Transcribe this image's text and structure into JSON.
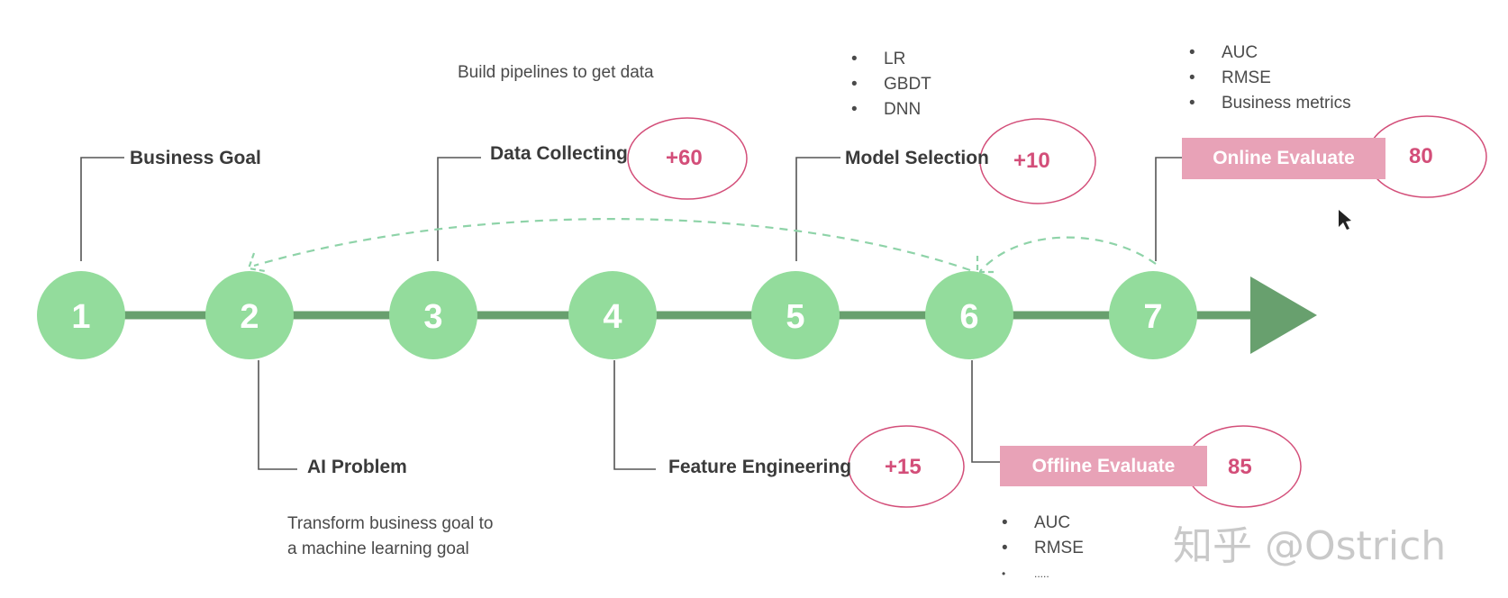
{
  "colors": {
    "timeline": "#68a06e",
    "node": "#93dc9c",
    "dashed_arrow": "#8ed3a8",
    "accent_pink": "#d34e79",
    "box_pink": "#e8a2b7"
  },
  "steps": [
    {
      "number": "1",
      "label": "Business Goal"
    },
    {
      "number": "2",
      "label": "AI Problem"
    },
    {
      "number": "3",
      "label": "Data Collecting",
      "score": "+60"
    },
    {
      "number": "4",
      "label": "Feature Engineering",
      "score": "+15"
    },
    {
      "number": "5",
      "label": "Model Selection",
      "score": "+10"
    },
    {
      "number": "6",
      "label": "Offline Evaluate",
      "score": "85"
    },
    {
      "number": "7",
      "label": "Online Evaluate",
      "score": "80"
    }
  ],
  "notes": {
    "data_collecting": "Build pipelines to get data",
    "ai_problem_line1": "Transform business goal to",
    "ai_problem_line2": "a machine learning goal"
  },
  "model_list": [
    "LR",
    "GBDT",
    "DNN"
  ],
  "online_metrics": [
    "AUC",
    "RMSE",
    "Business metrics"
  ],
  "offline_metrics": [
    "AUC",
    "RMSE",
    "....."
  ],
  "watermark": "知乎 @Ostrich"
}
